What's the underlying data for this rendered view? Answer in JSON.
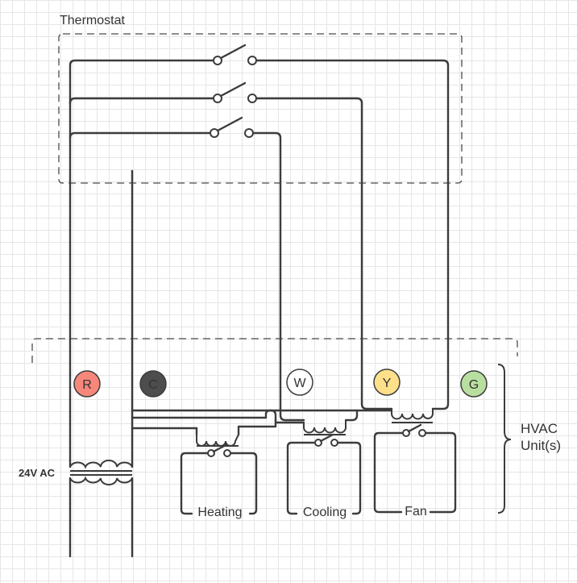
{
  "title": "Thermostat",
  "hvac_label_line1": "HVAC",
  "hvac_label_line2": "Unit(s)",
  "transformer_label": "24V AC",
  "terminals": [
    {
      "id": "R",
      "fill": "#f7877a",
      "text_color": "#6b2a22"
    },
    {
      "id": "C",
      "fill": "#4d4d4d",
      "text_color": "#ffffff"
    },
    {
      "id": "W",
      "fill": "#ffffff",
      "text_color": "#444444"
    },
    {
      "id": "Y",
      "fill": "#ffe08a",
      "text_color": "#6b5a1a"
    },
    {
      "id": "G",
      "fill": "#b9dfa0",
      "text_color": "#3b5a26"
    }
  ],
  "relays": [
    {
      "label": "Heating"
    },
    {
      "label": "Cooling"
    },
    {
      "label": "Fan"
    }
  ],
  "colors": {
    "wire": "#3c3c3c",
    "grid": "#e6e6e6",
    "dashed_border": "#4a4a4a"
  }
}
